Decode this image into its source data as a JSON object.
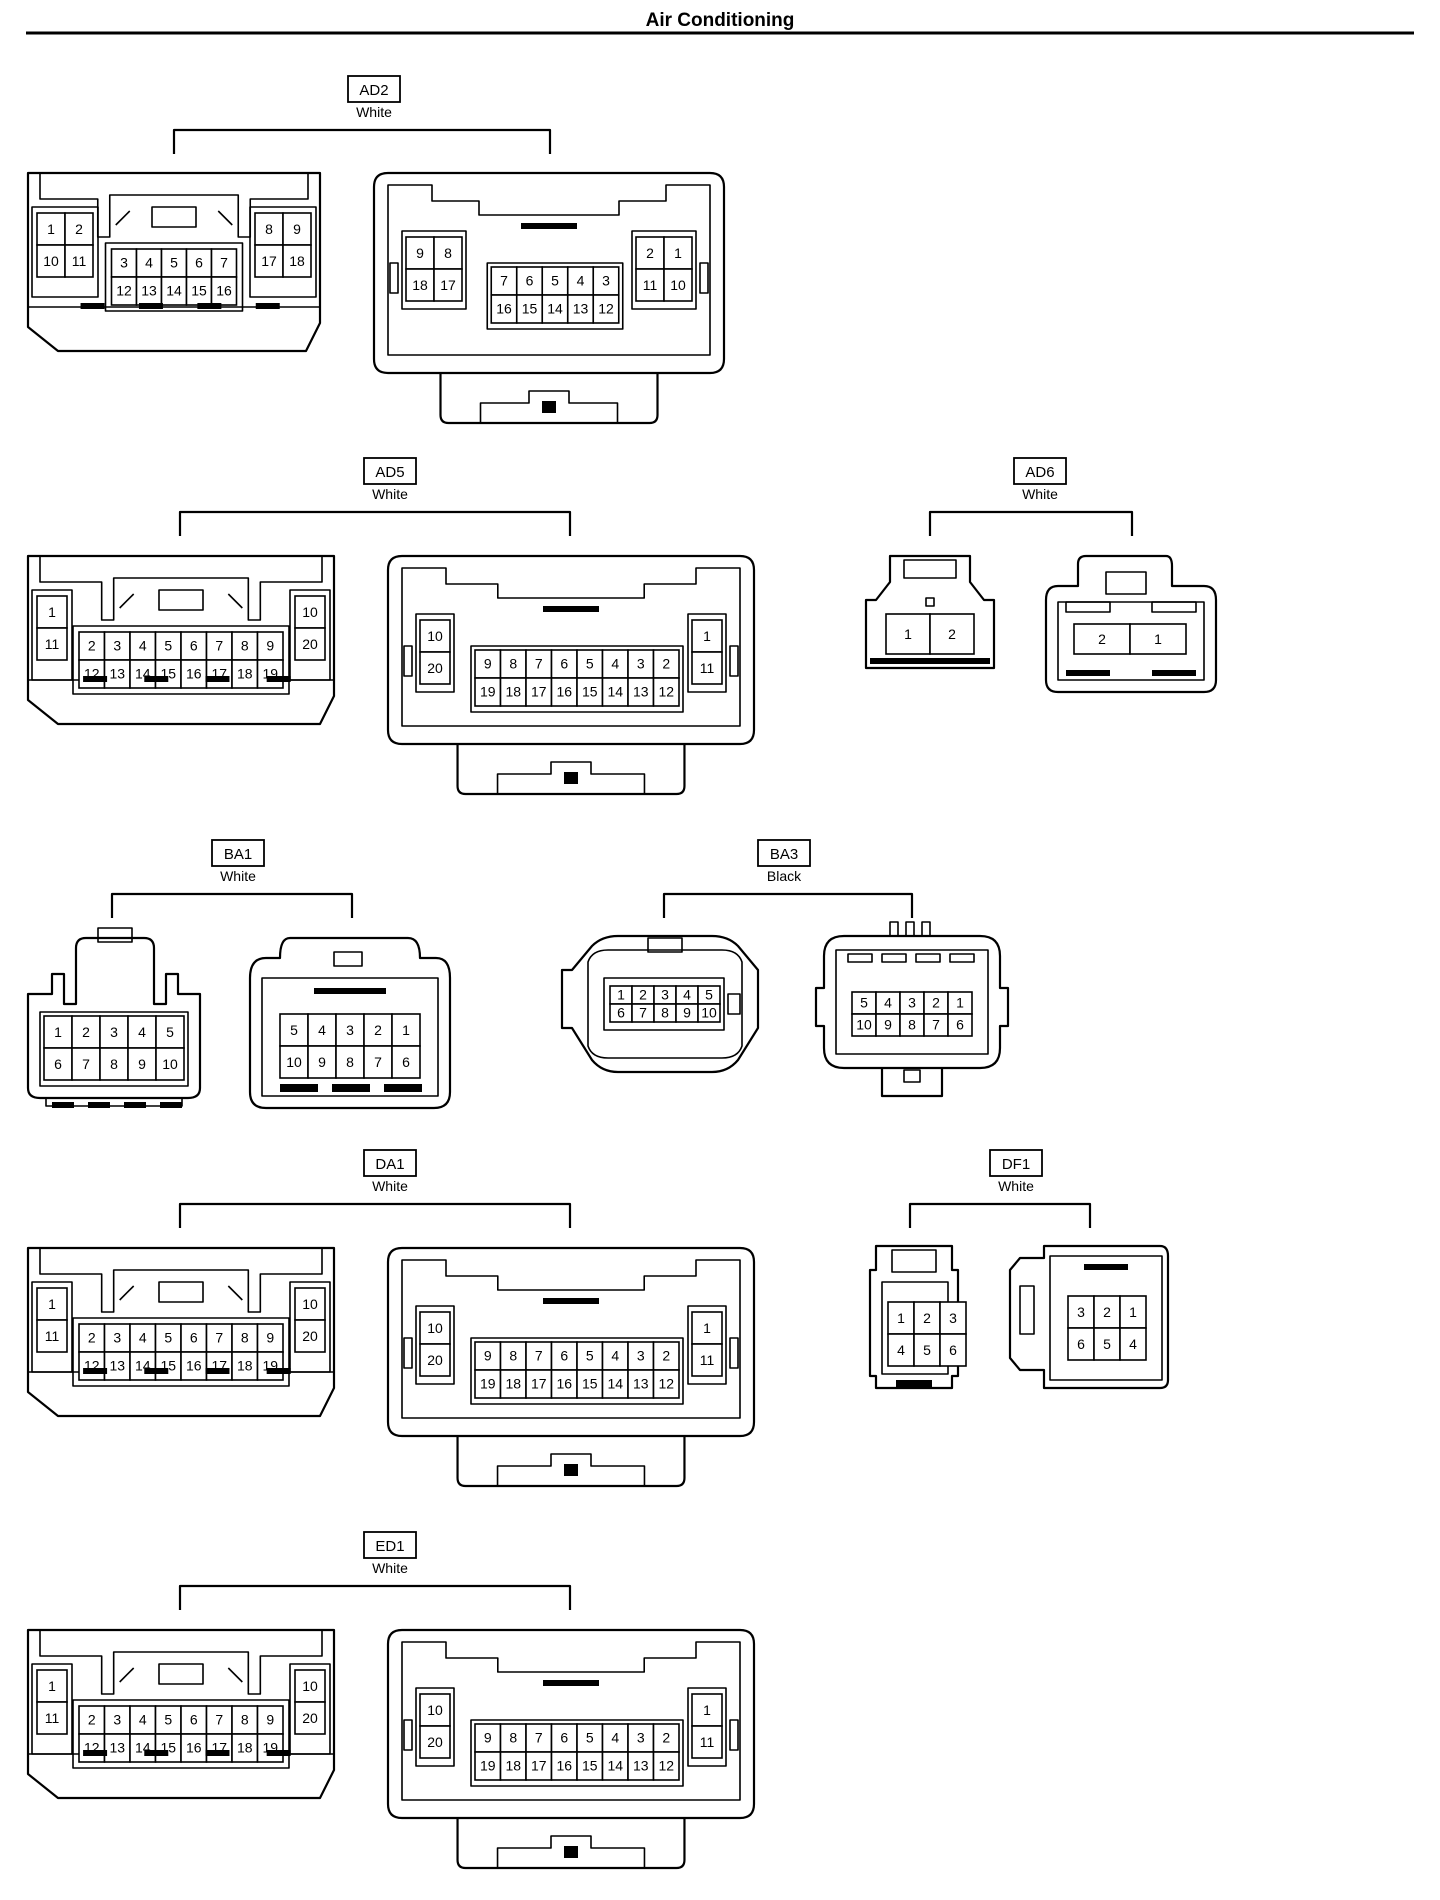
{
  "title": "Air Conditioning",
  "connectors": [
    {
      "code": "AD2",
      "color": "White",
      "female": {
        "left": [
          [
            "1",
            "2"
          ],
          [
            "10",
            "11"
          ]
        ],
        "center": [
          [
            "3",
            "4",
            "5",
            "6",
            "7"
          ],
          [
            "12",
            "13",
            "14",
            "15",
            "16"
          ]
        ],
        "right": [
          [
            "8",
            "9"
          ],
          [
            "17",
            "18"
          ]
        ]
      },
      "male": {
        "left": [
          [
            "9",
            "8"
          ],
          [
            "18",
            "17"
          ]
        ],
        "center": [
          [
            "7",
            "6",
            "5",
            "4",
            "3"
          ],
          [
            "16",
            "15",
            "14",
            "13",
            "12"
          ]
        ],
        "right": [
          [
            "2",
            "1"
          ],
          [
            "11",
            "10"
          ]
        ]
      }
    },
    {
      "code": "AD5",
      "color": "White",
      "female": {
        "left": [
          [
            "1"
          ],
          [
            "11"
          ]
        ],
        "center": [
          [
            "2",
            "3",
            "4",
            "5",
            "6",
            "7",
            "8",
            "9"
          ],
          [
            "12",
            "13",
            "14",
            "15",
            "16",
            "17",
            "18",
            "19"
          ]
        ],
        "right": [
          [
            "10"
          ],
          [
            "20"
          ]
        ]
      },
      "male": {
        "left": [
          [
            "10"
          ],
          [
            "20"
          ]
        ],
        "center": [
          [
            "9",
            "8",
            "7",
            "6",
            "5",
            "4",
            "3",
            "2"
          ],
          [
            "19",
            "18",
            "17",
            "16",
            "15",
            "14",
            "13",
            "12"
          ]
        ],
        "right": [
          [
            "1"
          ],
          [
            "11"
          ]
        ]
      }
    },
    {
      "code": "AD6",
      "color": "White",
      "female": [
        [
          "1",
          "2"
        ]
      ],
      "male": [
        [
          "2",
          "1"
        ]
      ]
    },
    {
      "code": "BA1",
      "color": "White",
      "female": [
        [
          "1",
          "2",
          "3",
          "4",
          "5"
        ],
        [
          "6",
          "7",
          "8",
          "9",
          "10"
        ]
      ],
      "male": [
        [
          "5",
          "4",
          "3",
          "2",
          "1"
        ],
        [
          "10",
          "9",
          "8",
          "7",
          "6"
        ]
      ]
    },
    {
      "code": "BA3",
      "color": "Black",
      "female": [
        [
          "1",
          "2",
          "3",
          "4",
          "5"
        ],
        [
          "6",
          "7",
          "8",
          "9",
          "10"
        ]
      ],
      "male": [
        [
          "5",
          "4",
          "3",
          "2",
          "1"
        ],
        [
          "10",
          "9",
          "8",
          "7",
          "6"
        ]
      ]
    },
    {
      "code": "DA1",
      "color": "White",
      "female": {
        "left": [
          [
            "1"
          ],
          [
            "11"
          ]
        ],
        "center": [
          [
            "2",
            "3",
            "4",
            "5",
            "6",
            "7",
            "8",
            "9"
          ],
          [
            "12",
            "13",
            "14",
            "15",
            "16",
            "17",
            "18",
            "19"
          ]
        ],
        "right": [
          [
            "10"
          ],
          [
            "20"
          ]
        ]
      },
      "male": {
        "left": [
          [
            "10"
          ],
          [
            "20"
          ]
        ],
        "center": [
          [
            "9",
            "8",
            "7",
            "6",
            "5",
            "4",
            "3",
            "2"
          ],
          [
            "19",
            "18",
            "17",
            "16",
            "15",
            "14",
            "13",
            "12"
          ]
        ],
        "right": [
          [
            "1"
          ],
          [
            "11"
          ]
        ]
      }
    },
    {
      "code": "DF1",
      "color": "White",
      "female": [
        [
          "1",
          "2",
          "3"
        ],
        [
          "4",
          "5",
          "6"
        ]
      ],
      "male": [
        [
          "3",
          "2",
          "1"
        ],
        [
          "6",
          "5",
          "4"
        ]
      ]
    },
    {
      "code": "ED1",
      "color": "White",
      "female": {
        "left": [
          [
            "1"
          ],
          [
            "11"
          ]
        ],
        "center": [
          [
            "2",
            "3",
            "4",
            "5",
            "6",
            "7",
            "8",
            "9"
          ],
          [
            "12",
            "13",
            "14",
            "15",
            "16",
            "17",
            "18",
            "19"
          ]
        ],
        "right": [
          [
            "10"
          ],
          [
            "20"
          ]
        ]
      },
      "male": {
        "left": [
          [
            "10"
          ],
          [
            "20"
          ]
        ],
        "center": [
          [
            "9",
            "8",
            "7",
            "6",
            "5",
            "4",
            "3",
            "2"
          ],
          [
            "19",
            "18",
            "17",
            "16",
            "15",
            "14",
            "13",
            "12"
          ]
        ],
        "right": [
          [
            "1"
          ],
          [
            "11"
          ]
        ]
      }
    }
  ]
}
